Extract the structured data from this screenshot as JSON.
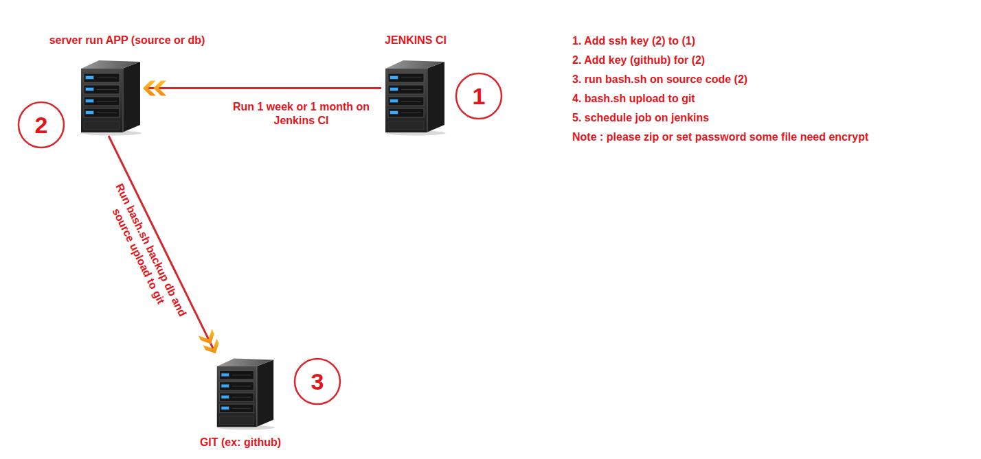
{
  "diagram": {
    "nodes": [
      {
        "text": [
          "server run APP (source or db)"
        ]
      },
      {
        "text": [
          "JENKINS CI"
        ]
      },
      {
        "text": [
          "GIT (ex: github)"
        ]
      }
    ],
    "edges": [
      {
        "from": 1,
        "to": 0,
        "arrow": "to",
        "label": "Run 1 week or 1 month on Jenkins CI"
      },
      {
        "from": 0,
        "to": 2,
        "arrow": "to",
        "label": "Run bash.sh backup db and source upload to git"
      }
    ],
    "labels": [
      "1",
      "2",
      "3",
      "1. Add ssh key (2) to (1)",
      "2. Add key (github) for (2)",
      "3. run bash.sh on source code (2)",
      "4. bash.sh upload to git",
      "5. schedule job on jenkins",
      "Note : please zip or set password some file need encrypt"
    ]
  }
}
